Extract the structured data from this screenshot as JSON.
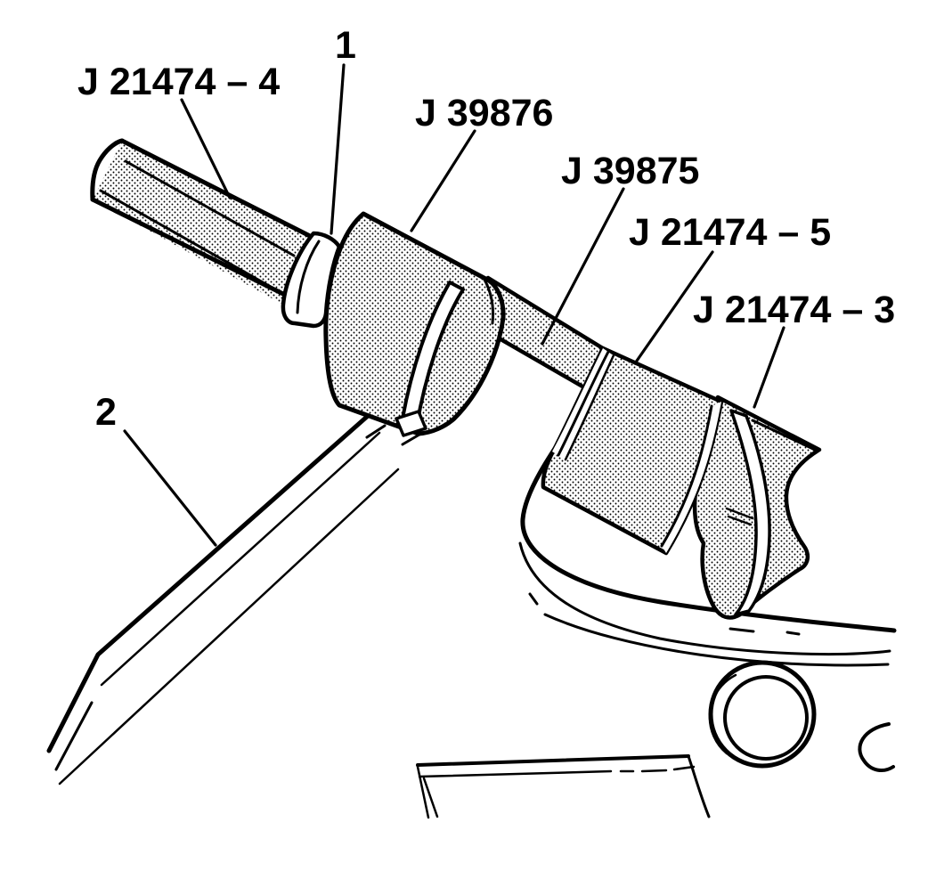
{
  "figure": {
    "description": "Technical line illustration of axle seal service tools installed on an axle shaft and housing",
    "background_color": "#ffffff",
    "line_color": "#000000",
    "callouts": [
      {
        "id": "slide-hammer",
        "text": "J 21474 – 4"
      },
      {
        "id": "collar",
        "text": "1"
      },
      {
        "id": "seal-installer",
        "text": "J 39876"
      },
      {
        "id": "shaft-adapter",
        "text": "J 39875"
      },
      {
        "id": "adapter",
        "text": "J 21474 – 5"
      },
      {
        "id": "receiver",
        "text": "J 21474 – 3"
      },
      {
        "id": "axle-shaft",
        "text": "2"
      }
    ]
  }
}
